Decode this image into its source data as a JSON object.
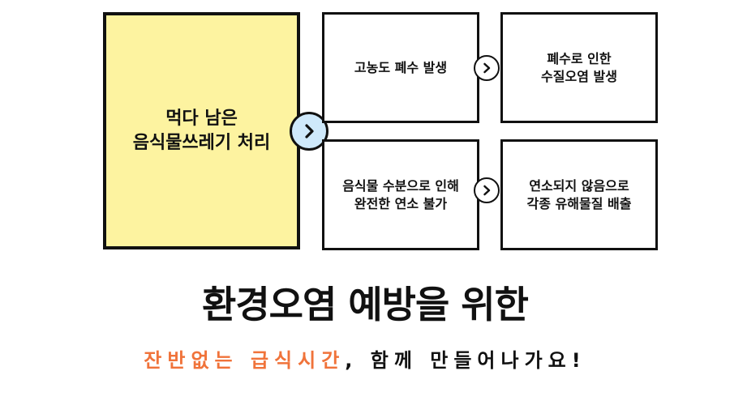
{
  "diagram": {
    "main_box": {
      "text": "먹다 남은\n음식물쓰레기 처리"
    },
    "top_row": [
      {
        "text": "고농도 폐수 발생"
      },
      {
        "text": "폐수로 인한\n수질오염 발생"
      }
    ],
    "bottom_row": [
      {
        "text": "음식물 수분으로 인해\n완전한 연소 불가"
      },
      {
        "text": "연소되지 않음으로\n각종 유해물질 배출"
      }
    ],
    "arrow_icon": "chevron-right-icon"
  },
  "headline": {
    "text": "환경오염 예방을 위한"
  },
  "subline": {
    "accent_text": "잔반없는 급식시간",
    "rest_text": ", 함께 만들어나가요!",
    "accent_color": "#f0733a"
  },
  "colors": {
    "main_box_bg": "#fdf3a0",
    "arrow_main_bg": "#cfe9fb",
    "border": "#111111"
  }
}
